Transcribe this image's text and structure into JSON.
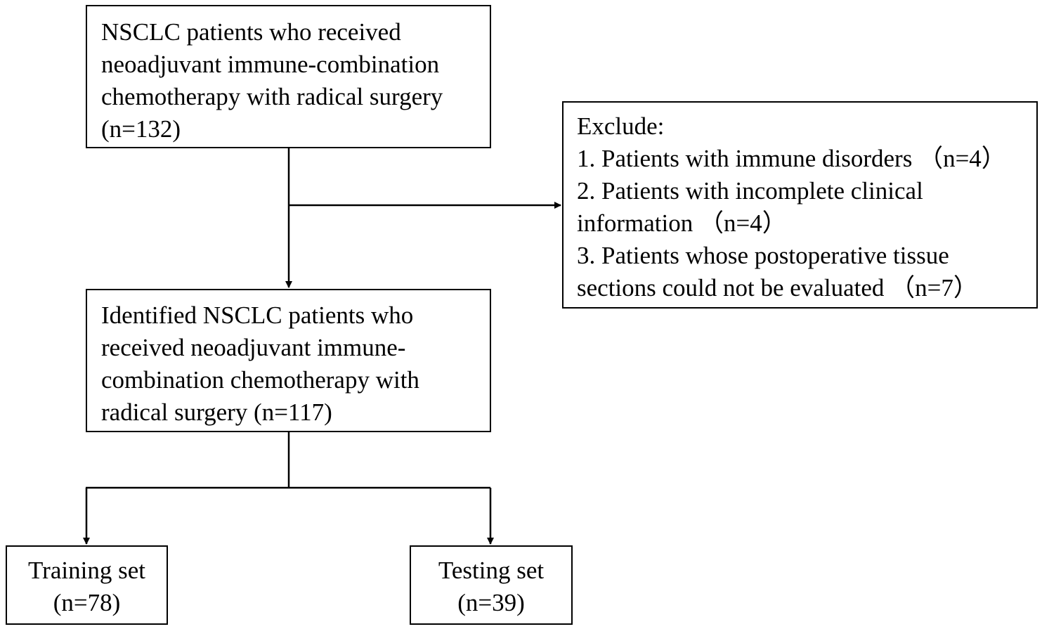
{
  "flowchart": {
    "start_box": {
      "lines": [
        "NSCLC patients who received",
        "neoadjuvant immune-combination",
        "chemotherapy with radical surgery",
        "(n=132)"
      ]
    },
    "exclude_box": {
      "heading": "Exclude:",
      "lines": [
        "1. Patients with immune disorders （n=4）",
        "2. Patients with incomplete clinical",
        "information （n=4）",
        "3. Patients whose postoperative tissue",
        "sections could not be evaluated （n=7）"
      ]
    },
    "identified_box": {
      "lines": [
        "Identified NSCLC patients who",
        "received neoadjuvant immune-",
        "combination chemotherapy with",
        "radical surgery (n=117)"
      ]
    },
    "training_box": {
      "label": "Training set",
      "count": "(n=78)"
    },
    "testing_box": {
      "label": "Testing set",
      "count": "(n=39)"
    }
  },
  "colors": {
    "stroke": "#000000",
    "background": "#ffffff"
  }
}
